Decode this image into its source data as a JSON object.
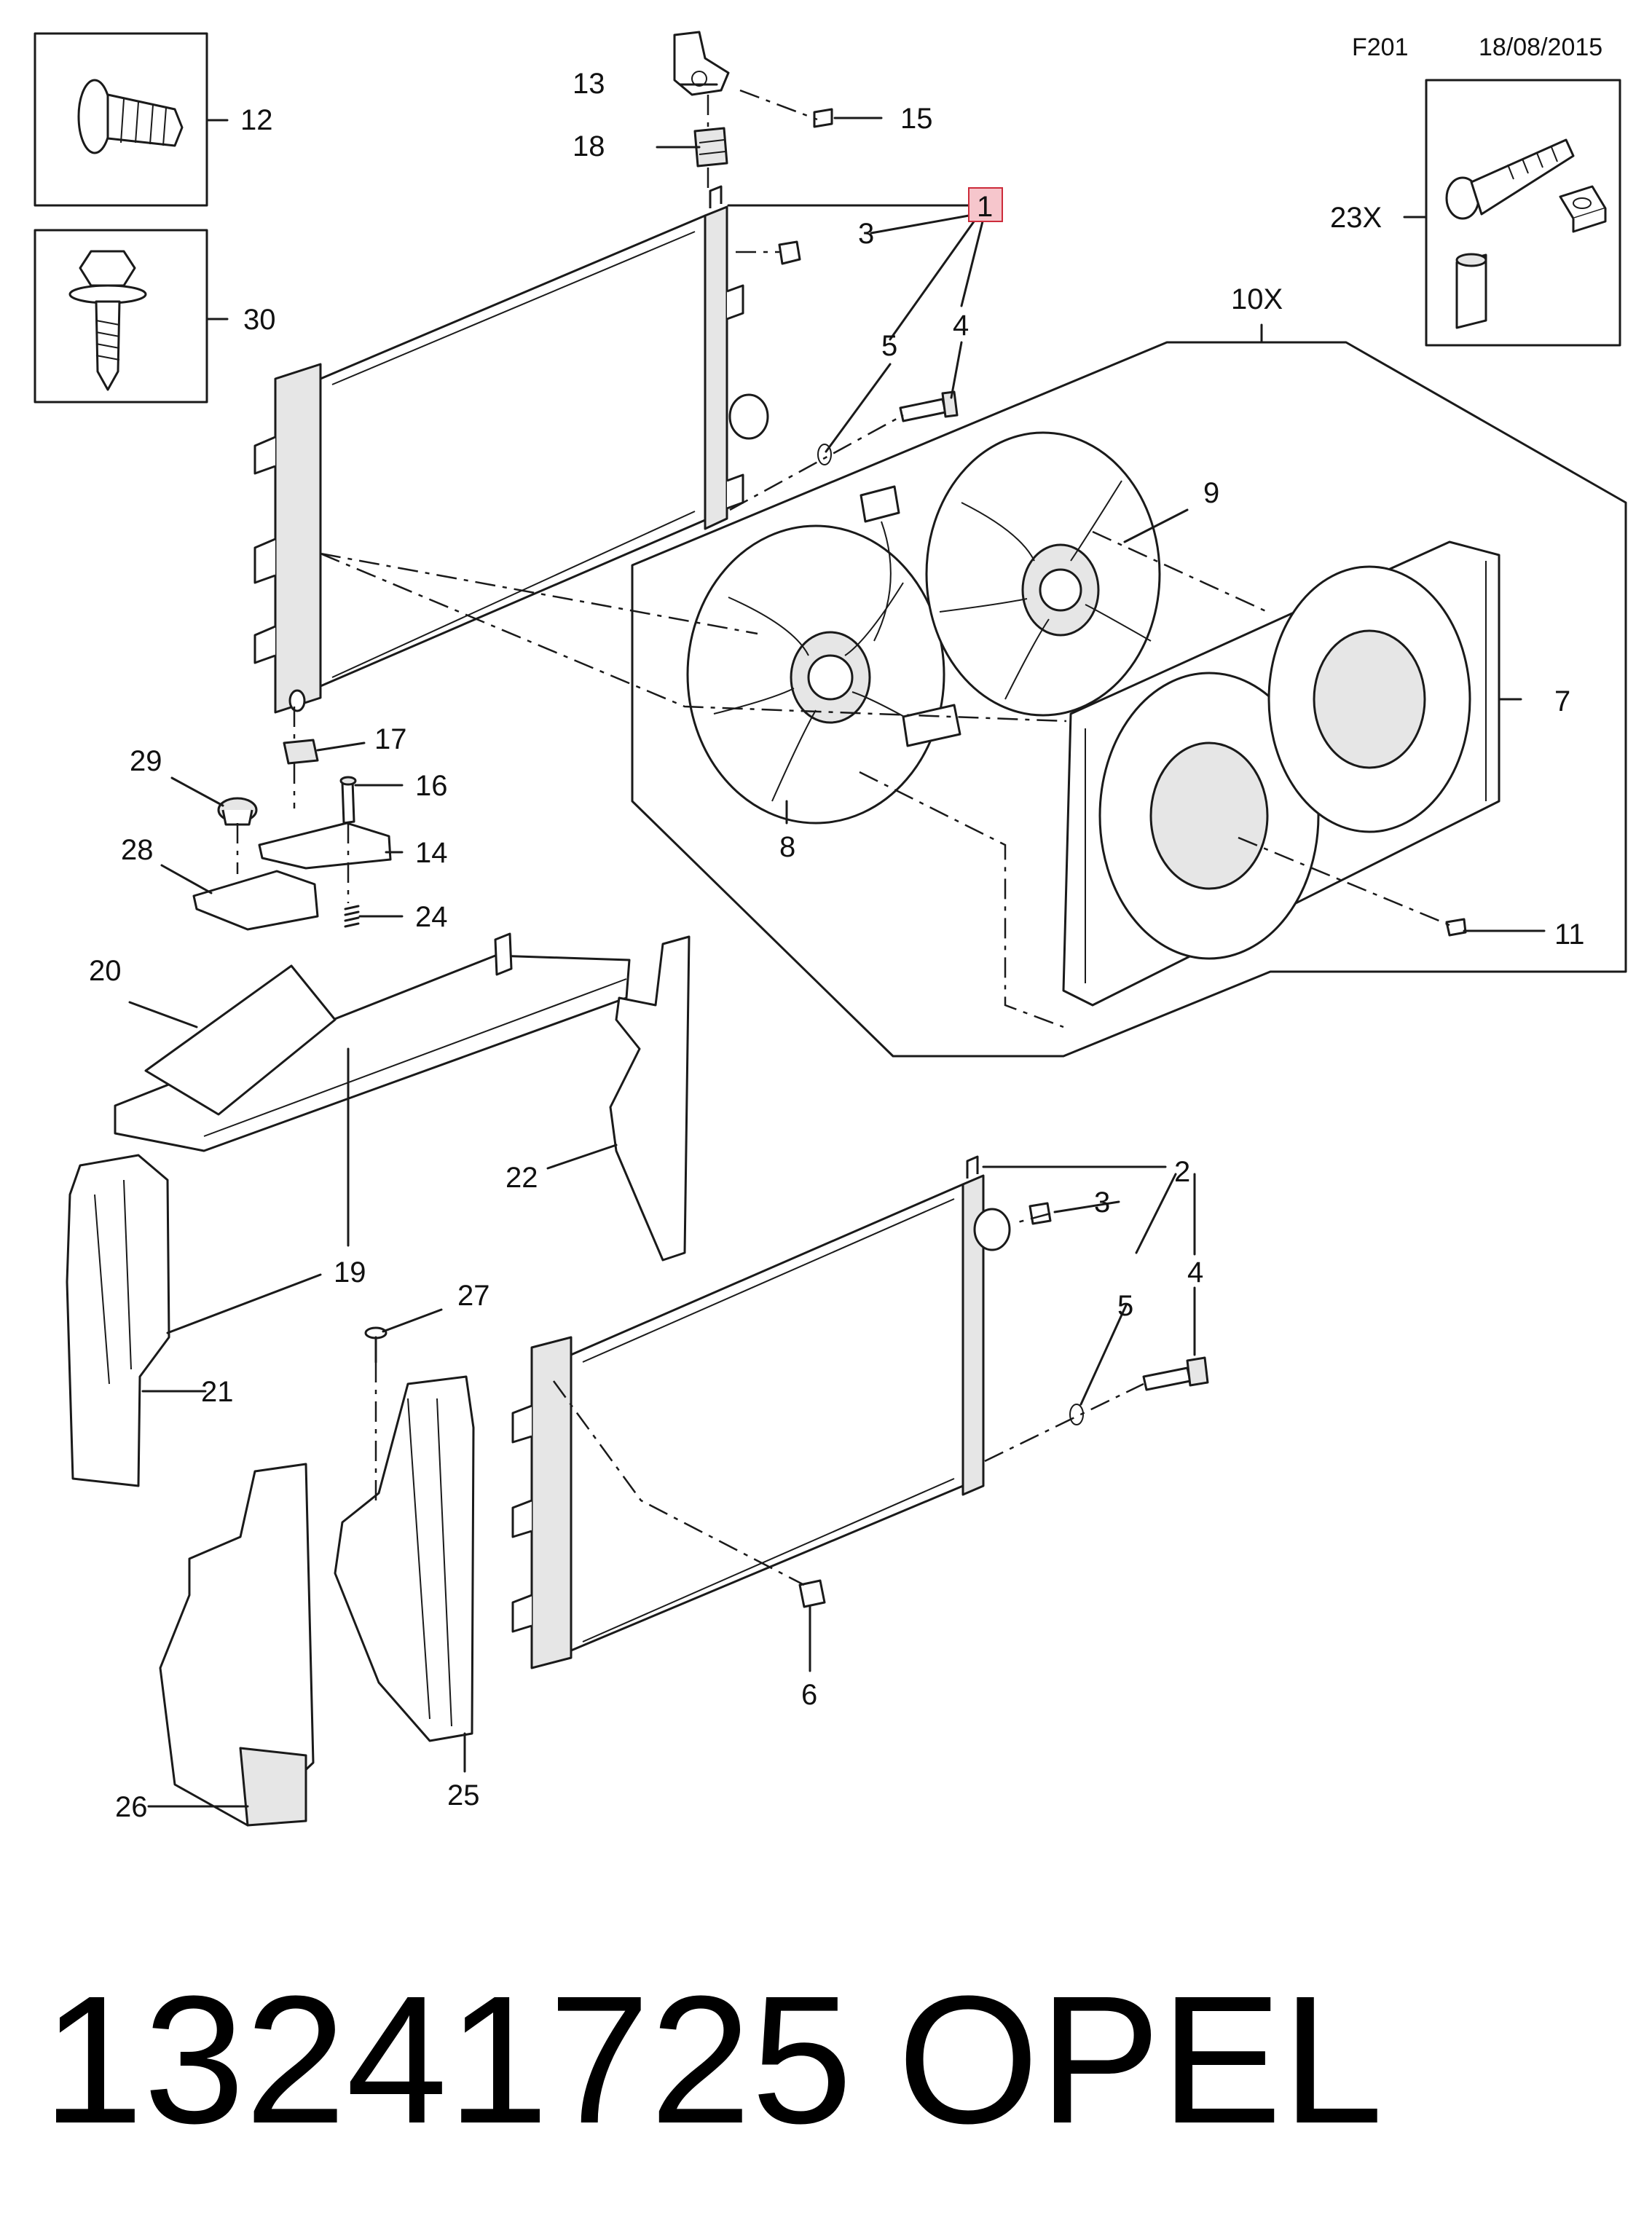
{
  "header": {
    "code": "F201",
    "date": "18/08/2015"
  },
  "footer": {
    "part_number": "13241725",
    "brand": "OPEL"
  },
  "highlight_color": "#f6c6cc",
  "labels": {
    "l1": "1",
    "l2": "2",
    "l3a": "3",
    "l3b": "3",
    "l4a": "4",
    "l4b": "4",
    "l5a": "5",
    "l5b": "5",
    "l6": "6",
    "l7": "7",
    "l8": "8",
    "l9": "9",
    "l10x": "10X",
    "l11": "11",
    "l12": "12",
    "l13": "13",
    "l14": "14",
    "l15": "15",
    "l16": "16",
    "l17": "17",
    "l18": "18",
    "l19": "19",
    "l20": "20",
    "l21": "21",
    "l22": "22",
    "l23x": "23X",
    "l24": "24",
    "l25": "25",
    "l26": "26",
    "l27": "27",
    "l28": "28",
    "l29": "29",
    "l30": "30"
  }
}
